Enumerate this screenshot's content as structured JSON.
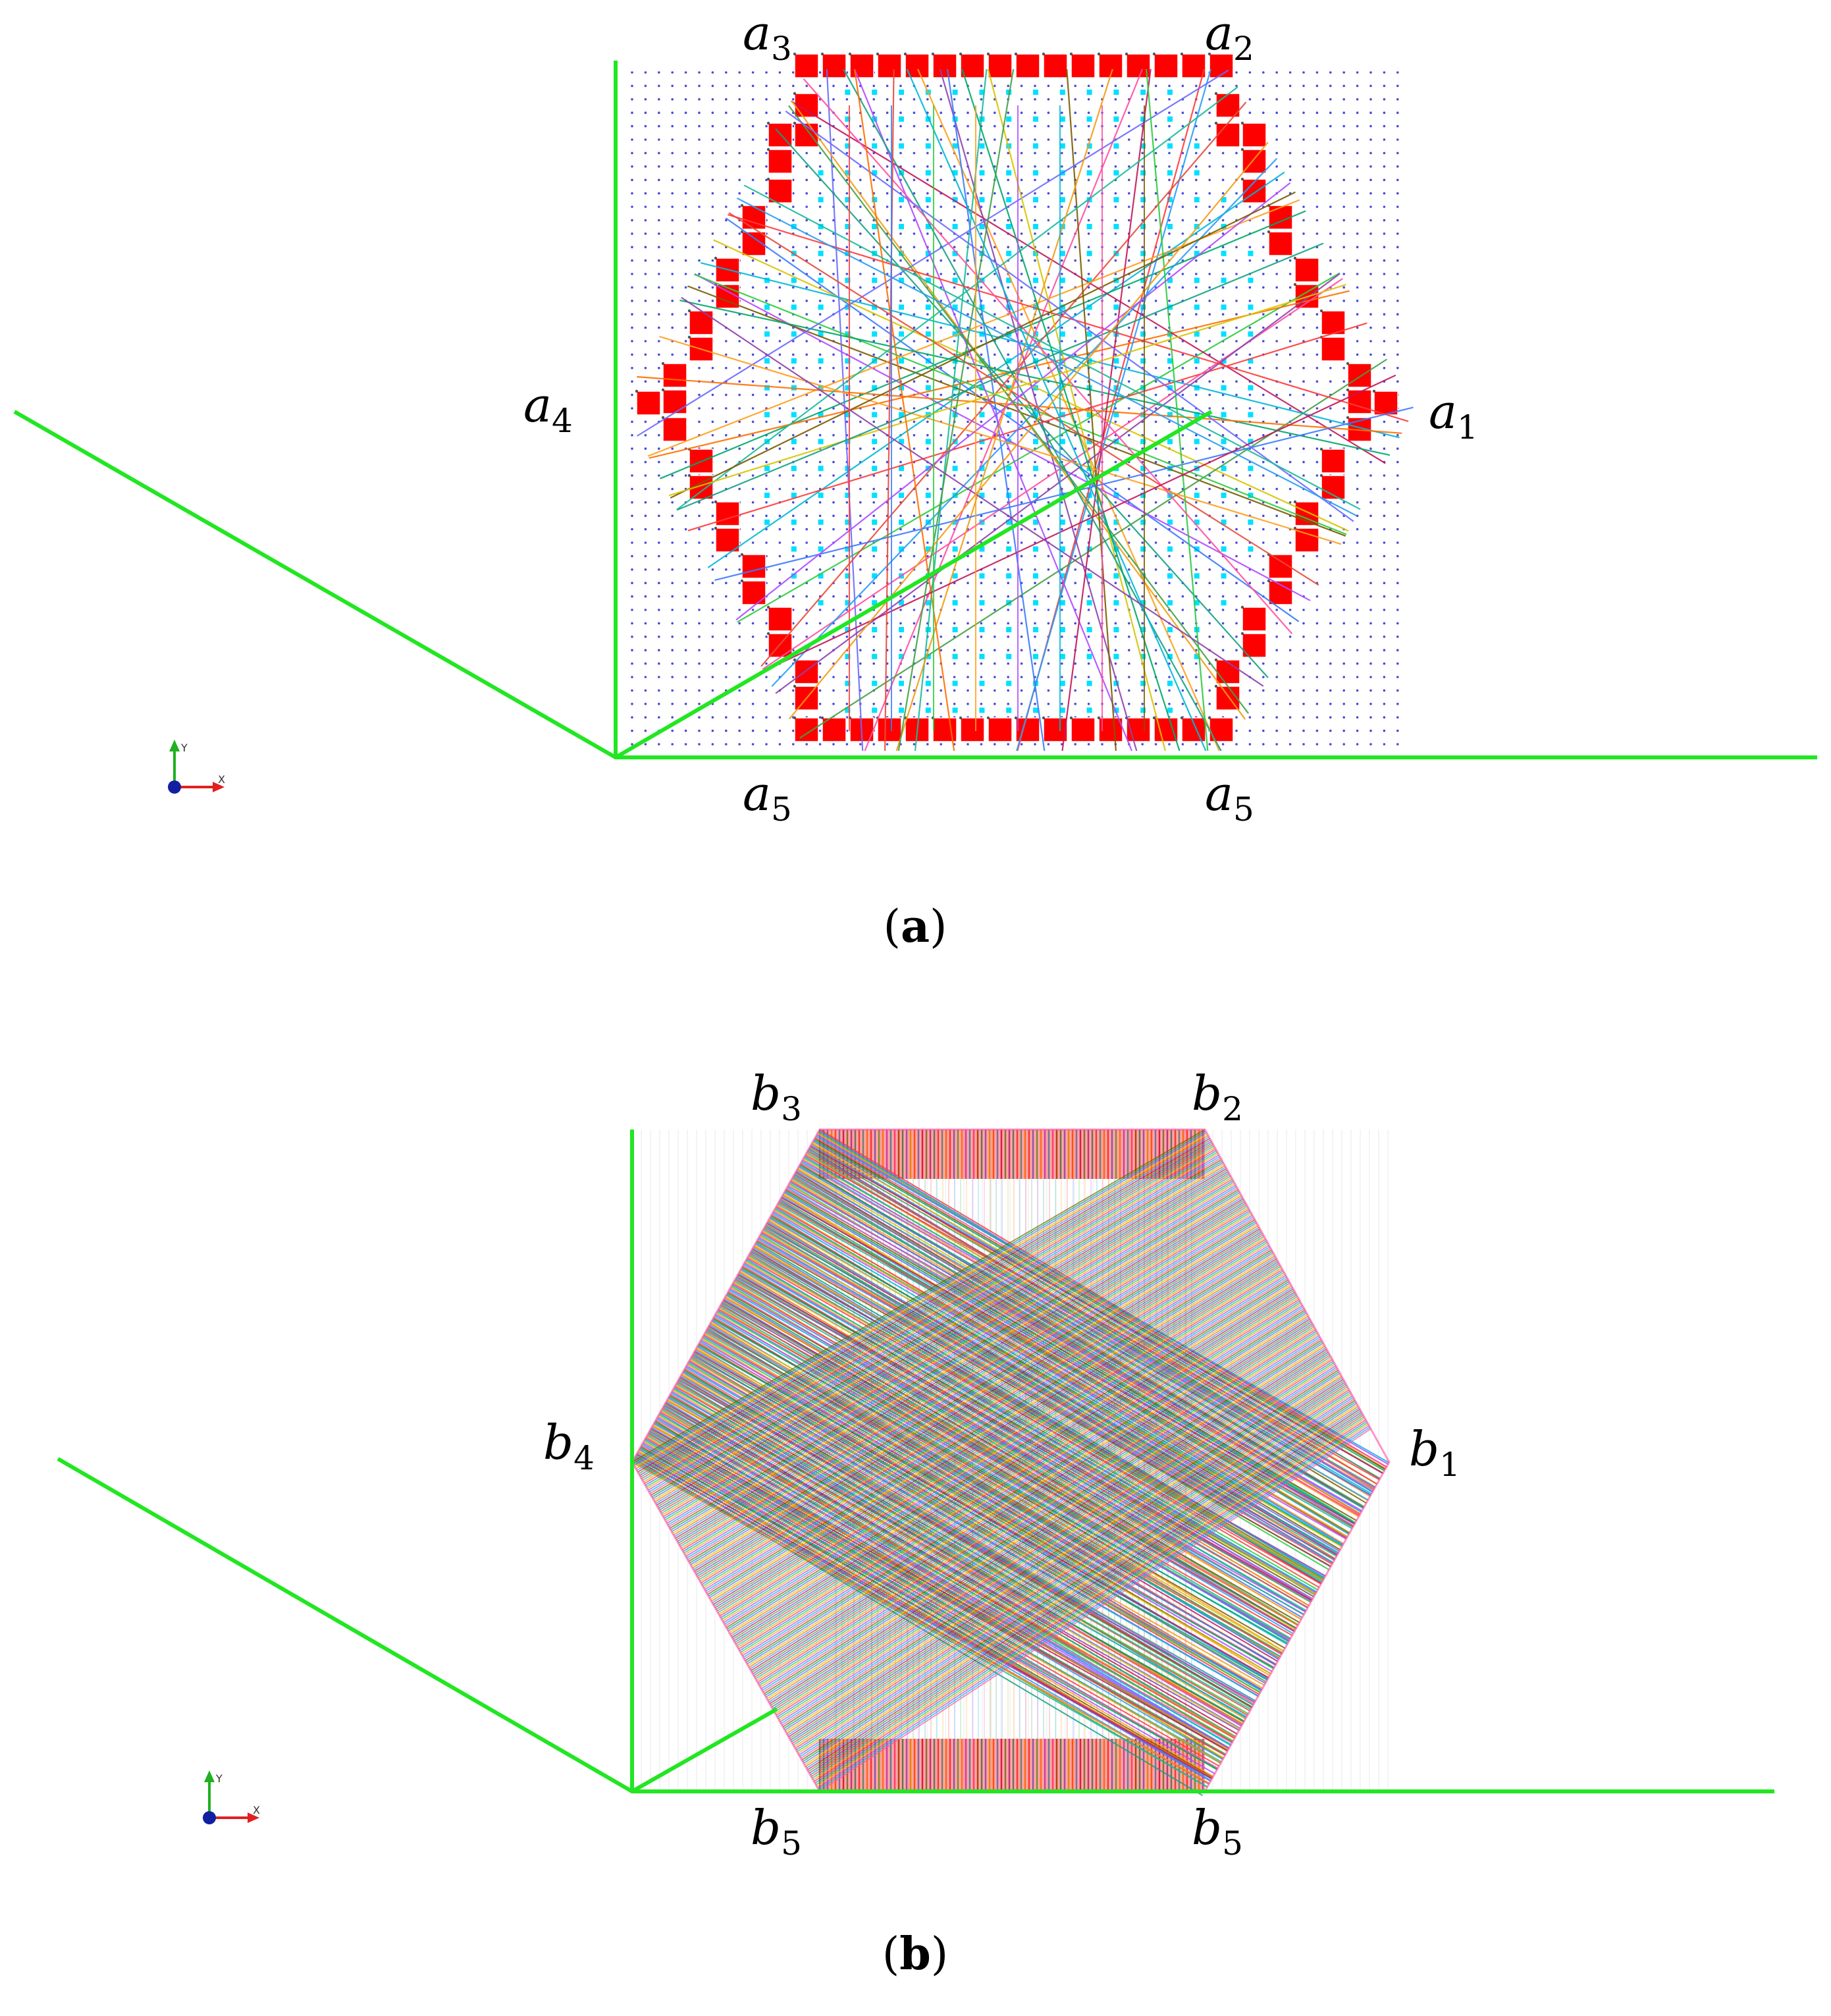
{
  "panels": [
    {
      "id": "a",
      "caption_letter": "a",
      "vertex_labels": [
        {
          "base": "a",
          "sub": "1"
        },
        {
          "base": "a",
          "sub": "2"
        },
        {
          "base": "a",
          "sub": "3"
        },
        {
          "base": "a",
          "sub": "4"
        },
        {
          "base": "a",
          "sub": "5"
        },
        {
          "base": "a",
          "sub": "5"
        }
      ]
    },
    {
      "id": "b",
      "caption_letter": "b",
      "vertex_labels": [
        {
          "base": "b",
          "sub": "1"
        },
        {
          "base": "b",
          "sub": "2"
        },
        {
          "base": "b",
          "sub": "3"
        },
        {
          "base": "b",
          "sub": "4"
        },
        {
          "base": "b",
          "sub": "5"
        },
        {
          "base": "b",
          "sub": "5"
        }
      ]
    }
  ],
  "triad": {
    "x_label": "X",
    "y_label": "Y"
  },
  "colors": {
    "frame": "#22e622",
    "cell": "#ff0000",
    "inner_dot": "#00e0ff",
    "grid_dot": "#4a4ad8",
    "axis_x": "#e02020",
    "axis_y": "#20b020",
    "axis_z": "#1020a0",
    "rays": [
      "#ff3b3b",
      "#3b7bff",
      "#2ecc40",
      "#ff9f1c",
      "#b04cff",
      "#00b8d9",
      "#ff4fa3",
      "#7a5c00",
      "#00a86b",
      "#6b6bff",
      "#d9c400",
      "#ff6f00",
      "#2a9df4",
      "#c2185b",
      "#43a047",
      "#8e44ad",
      "#16a085",
      "#e74c3c",
      "#1abc9c",
      "#f39c12"
    ]
  }
}
